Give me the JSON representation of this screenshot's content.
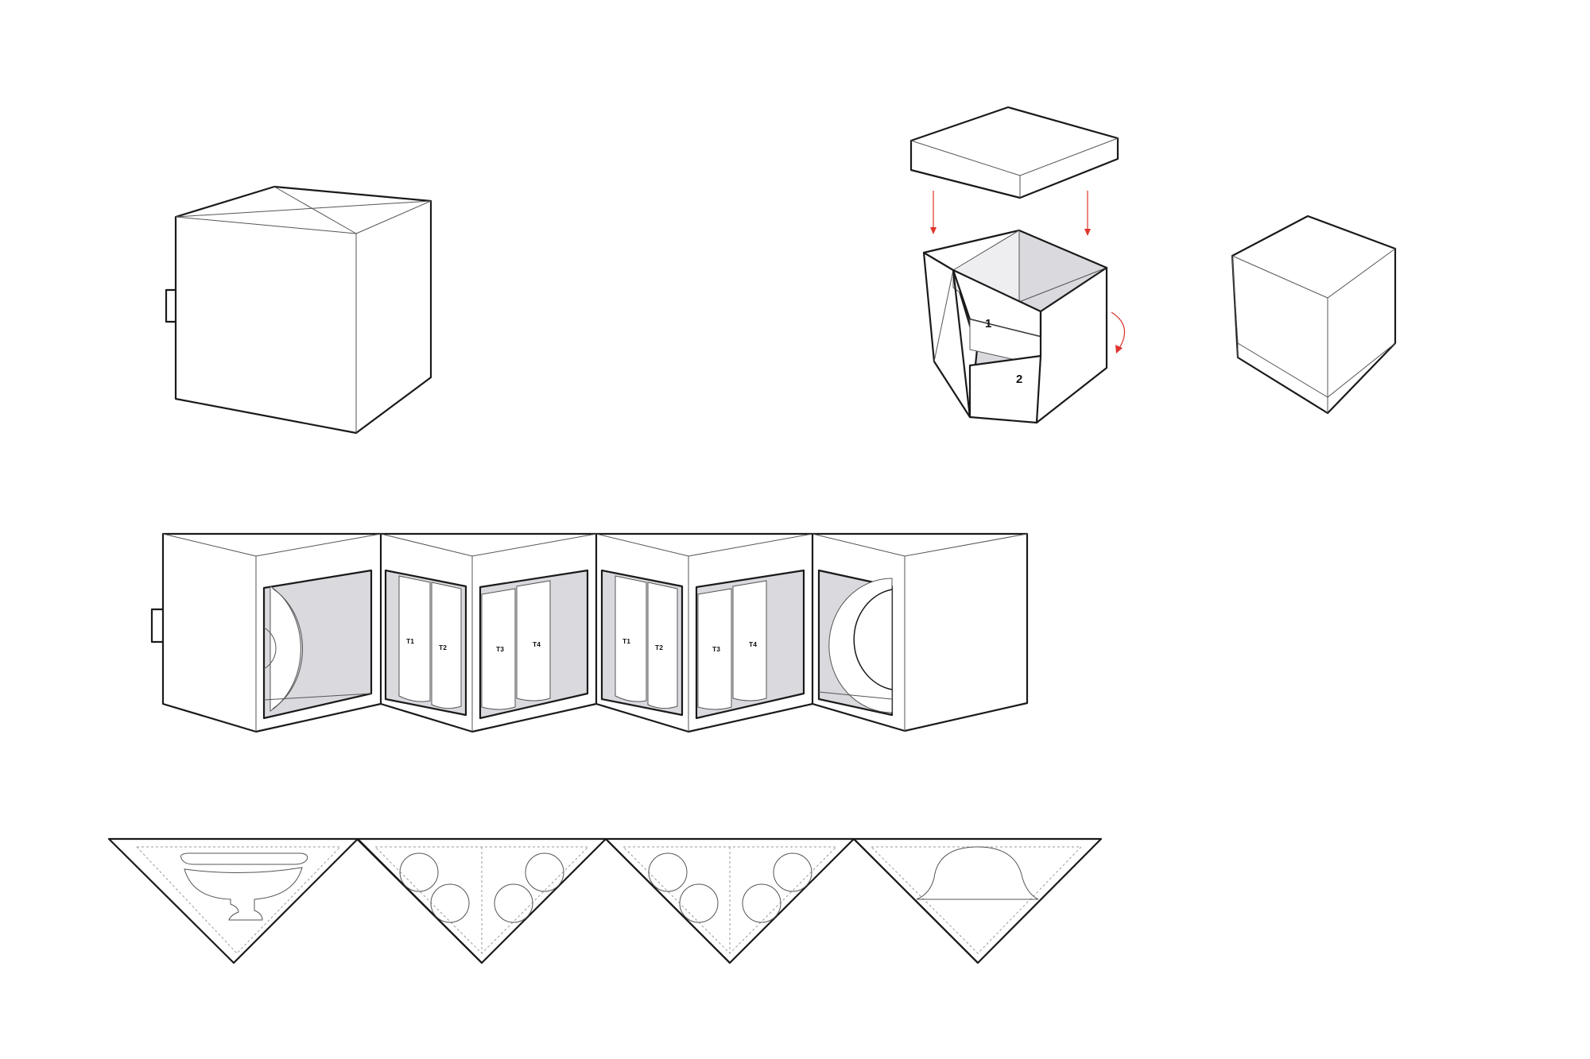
{
  "exploded_view": {
    "upper_compartment_label": "1",
    "lower_compartment_label": "2",
    "accent_color": "#e0342c"
  },
  "unfolded_view": {
    "tube_labels": [
      "T1",
      "T2",
      "T3",
      "T4"
    ],
    "interior_color": "#d9d9de"
  },
  "icons": [
    "closed-box-icon",
    "lid-icon",
    "open-box-icon",
    "assembled-box-icon",
    "unfolded-strip-icon",
    "insert-strip-icon"
  ]
}
